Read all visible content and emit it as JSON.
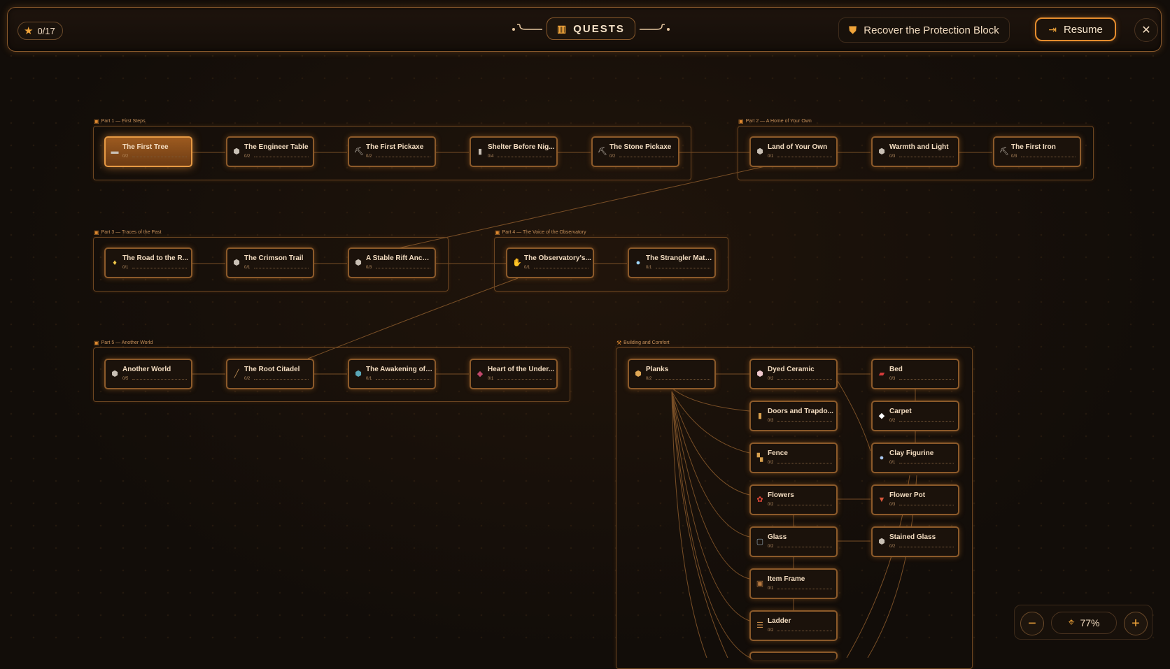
{
  "header": {
    "star_count": "0/17",
    "title": "QUESTS",
    "objective": "Recover the Protection Block",
    "resume_label": "Resume",
    "close_label": "✕"
  },
  "colors": {
    "accent": "#f0a43a",
    "node_border": "#8c5a2a",
    "active_node": "#9c5a1f",
    "background": "#120d09"
  },
  "groups": [
    {
      "id": "g1",
      "label": "Part 1 — First Steps"
    },
    {
      "id": "g2",
      "label": "Part 2 — A Home of Your Own"
    },
    {
      "id": "g3",
      "label": "Part 3 — Traces of the Past"
    },
    {
      "id": "g4",
      "label": "Part 4 — The Voice of the Observatory"
    },
    {
      "id": "g5",
      "label": "Part 5 — Another World"
    },
    {
      "id": "g6",
      "label": "Building and Comfort"
    }
  ],
  "quests": [
    {
      "name": "The First Tree",
      "progress": "0/2",
      "icon": "log-icon",
      "glyph": "▬",
      "active": true
    },
    {
      "name": "The Engineer Table",
      "progress": "0/2",
      "icon": "block-icon",
      "glyph": "⬢"
    },
    {
      "name": "The First Pickaxe",
      "progress": "0/2",
      "icon": "pickaxe-icon",
      "glyph": "⛏"
    },
    {
      "name": "Shelter Before Nig...",
      "progress": "0/4",
      "icon": "door-icon",
      "glyph": "▮"
    },
    {
      "name": "The Stone Pickaxe",
      "progress": "0/2",
      "icon": "pickaxe-icon",
      "glyph": "⛏"
    },
    {
      "name": "Land of Your Own",
      "progress": "0/1",
      "icon": "block-icon",
      "glyph": "⬢"
    },
    {
      "name": "Warmth and Light",
      "progress": "0/3",
      "icon": "block-icon",
      "glyph": "⬢"
    },
    {
      "name": "The First Iron",
      "progress": "0/3",
      "icon": "pickaxe-icon",
      "glyph": "⛏"
    },
    {
      "name": "The Road to the R...",
      "progress": "0/1",
      "icon": "torch-icon",
      "glyph": "♦"
    },
    {
      "name": "The Crimson Trail",
      "progress": "0/1",
      "icon": "block-icon",
      "glyph": "⬢"
    },
    {
      "name": "A Stable Rift Anchor",
      "progress": "0/3",
      "icon": "block-icon",
      "glyph": "⬢"
    },
    {
      "name": "The Observatory's...",
      "progress": "0/1",
      "icon": "hand-icon",
      "glyph": "✋"
    },
    {
      "name": "The Strangler Matr...",
      "progress": "0/1",
      "icon": "orb-icon",
      "glyph": "●"
    },
    {
      "name": "Another World",
      "progress": "0/5",
      "icon": "block-icon",
      "glyph": "⬢"
    },
    {
      "name": "The Root Citadel",
      "progress": "0/2",
      "icon": "stick-icon",
      "glyph": "╱"
    },
    {
      "name": "The Awakening of ...",
      "progress": "0/1",
      "icon": "block-icon",
      "glyph": "⬢"
    },
    {
      "name": "Heart of the Under...",
      "progress": "0/1",
      "icon": "gem-icon",
      "glyph": "◆"
    },
    {
      "name": "Planks",
      "progress": "0/2",
      "icon": "planks-icon",
      "glyph": "⬢"
    },
    {
      "name": "Dyed Ceramic",
      "progress": "0/2",
      "icon": "ceramic-icon",
      "glyph": "⬢"
    },
    {
      "name": "Doors and Trapdo...",
      "progress": "0/3",
      "icon": "door-icon",
      "glyph": "▮"
    },
    {
      "name": "Fence",
      "progress": "0/2",
      "icon": "fence-icon",
      "glyph": "▚"
    },
    {
      "name": "Flowers",
      "progress": "0/2",
      "icon": "flower-icon",
      "glyph": "✿"
    },
    {
      "name": "Glass",
      "progress": "0/2",
      "icon": "glass-icon",
      "glyph": "▢"
    },
    {
      "name": "Item Frame",
      "progress": "0/1",
      "icon": "frame-icon",
      "glyph": "▣"
    },
    {
      "name": "Ladder",
      "progress": "0/2",
      "icon": "ladder-icon",
      "glyph": "☰"
    },
    {
      "name": "Bed",
      "progress": "0/3",
      "icon": "bed-icon",
      "glyph": "▰"
    },
    {
      "name": "Carpet",
      "progress": "0/2",
      "icon": "carpet-icon",
      "glyph": "◆"
    },
    {
      "name": "Clay Figurine",
      "progress": "0/1",
      "icon": "figurine-icon",
      "glyph": "●"
    },
    {
      "name": "Flower Pot",
      "progress": "0/3",
      "icon": "flower-pot-icon",
      "glyph": "▼"
    },
    {
      "name": "Stained Glass",
      "progress": "0/2",
      "icon": "stained-glass-icon",
      "glyph": "⬢"
    }
  ],
  "zoom": {
    "minus": "−",
    "level": "77%",
    "plus": "+"
  }
}
